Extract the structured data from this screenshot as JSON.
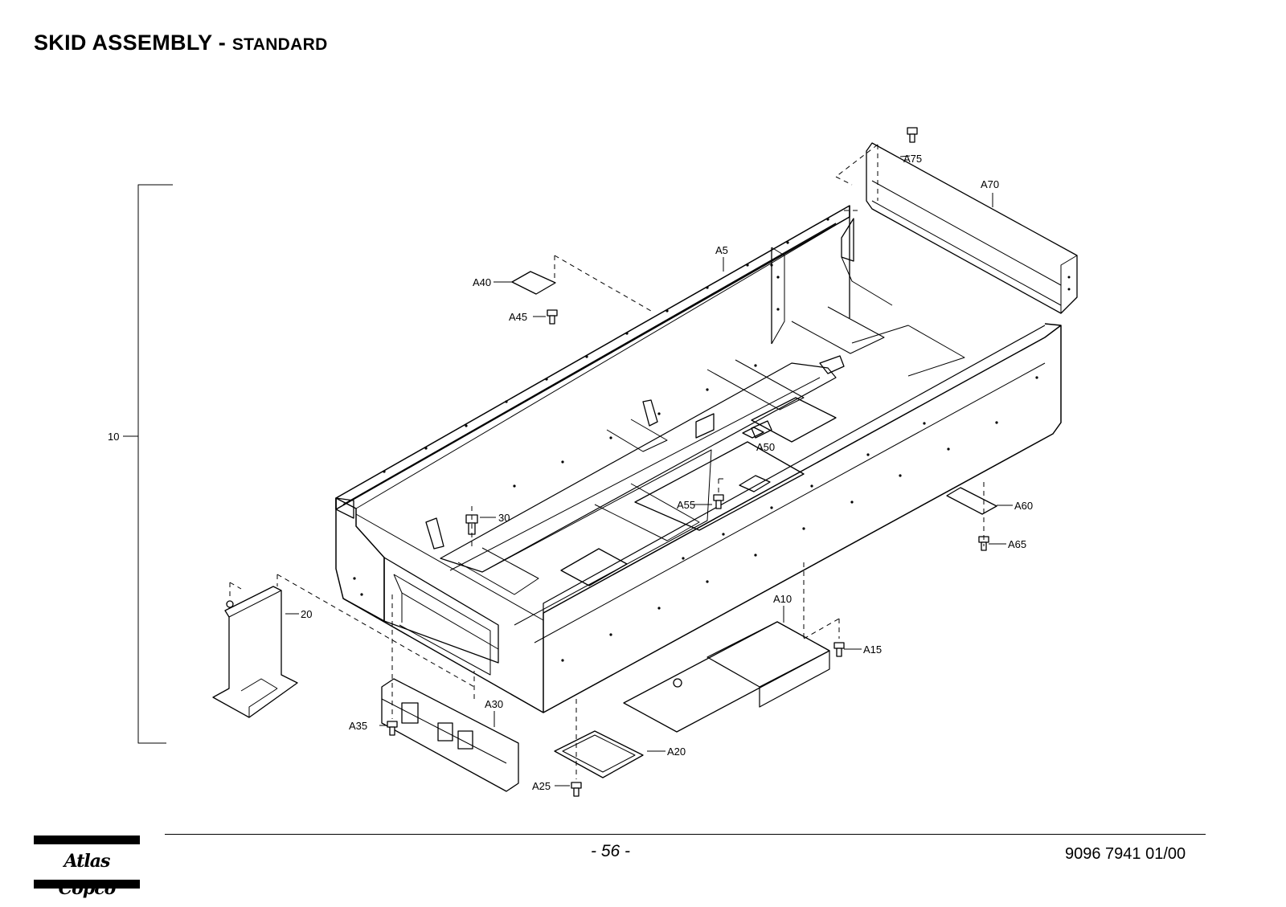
{
  "header": {
    "title_main": "SKID ASSEMBLY",
    "title_sep": " - ",
    "title_sub": "STANDARD"
  },
  "diagram": {
    "assembly_callout": "10",
    "labels": {
      "a5": "A5",
      "a10": "A10",
      "a15": "A15",
      "a20": "A20",
      "a25": "A25",
      "a30": "A30",
      "a35": "A35",
      "a40": "A40",
      "a45": "A45",
      "a50": "A50",
      "a55": "A55",
      "a60": "A60",
      "a65": "A65",
      "a70": "A70",
      "a75": "A75",
      "p20": "20",
      "p30": "30"
    }
  },
  "footer": {
    "page_number": "- 56 -",
    "doc_number": "9096 7941 01/00",
    "logo_text": "Atlas Copco"
  }
}
